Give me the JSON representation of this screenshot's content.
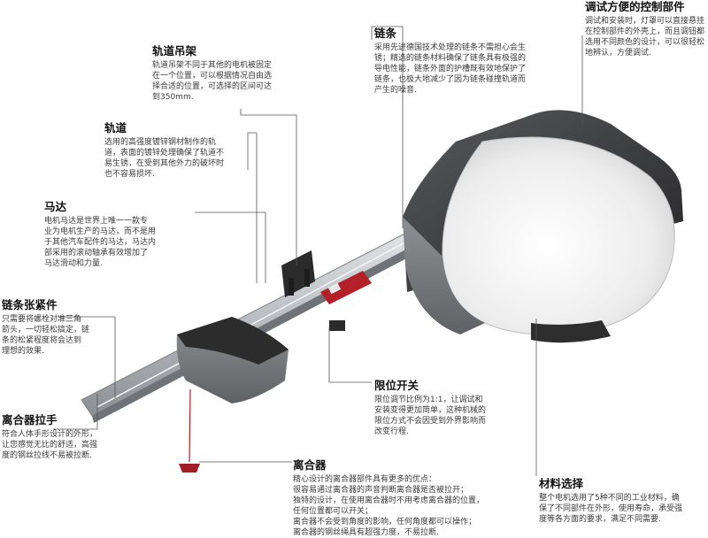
{
  "callouts": {
    "rail_hanger": {
      "title": "轨道吊架",
      "body": "轨道吊架不同于其他的电机被固定\n在一个位置，可以根据情况自由选\n择合适的位置，可选择的区间可达\n到350mm."
    },
    "rail": {
      "title": "轨道",
      "body": "选用的高强度镀锌钢材制作的轨\n道，表面的镀锌处理确保了轨道不\n易生锈，在受到其他外力的破坏时\n也不容易损坏."
    },
    "chain": {
      "title": "链条",
      "body": "采用先进德国技术处理的链条不需担心会生\n锈；精选的链条材料确保了链条具有极强的\n导电性能，链条外面的护槽既有效地保护了\n链条，也极大地减少了因为链条碰撞轨道而\n产生的噪音."
    },
    "control": {
      "title": "调试方便的控制部件",
      "body": "调试和安装时，灯罩可以直接悬挂\n在控制部件的外壳上，而且调钮都\n选用不同颜色的设计，可以很轻松\n地辨认，方便调试."
    },
    "motor": {
      "title": "马达",
      "body": "电机马达是世界上唯一一款专\n业为电机生产的马达，而不是用\n于其他汽车配件的马达，马达内\n部采用的滚动轴承有效增加了\n马达滑动和力量."
    },
    "tensioner": {
      "title": "链条张紧件",
      "body": "只需要将螺栓对准三角\n箭头，一切轻松搞定，链\n条的松紧程度将会达到\n理想的效果."
    },
    "limit_switch": {
      "title": "限位开关",
      "body": "限位调节比例为1:1，让调试和\n安装变得更加简单，这种机械的\n限位方式不会因受到外界影响而\n改变行程."
    },
    "release_handle": {
      "title": "离合器拉手",
      "body": "符合人体手形设计的外形，\n让您感觉无比的舒适，高强\n度的钢丝拉线不易被拉断."
    },
    "clutch": {
      "title": "离合器",
      "body": "精心设计的离合器部件具有更多的优点：\n很容易通过离合器的声音判断离合器是否被拉开；\n独特的设计，在使用离合器时不用考虑离合器的位置，\n任何位置都可以开关；\n离合器不会受到角度的影响，任何角度都可以操作；\n离合器的钢丝绳具有超强力度，不易拉断."
    },
    "material": {
      "title": "材料选择",
      "body": "整个电机选用了5种不同的工业材料，确\n保了不同部件在外形，使用寿命，承受强\n度等各方面的要求，满足不同需要."
    }
  },
  "colors": {
    "rail": "#b9bcc0",
    "housing_dark": "#3a3a3c",
    "light_cover": "#f1f1f1",
    "accent_red": "#b3202a",
    "leader_line": "#555555"
  }
}
